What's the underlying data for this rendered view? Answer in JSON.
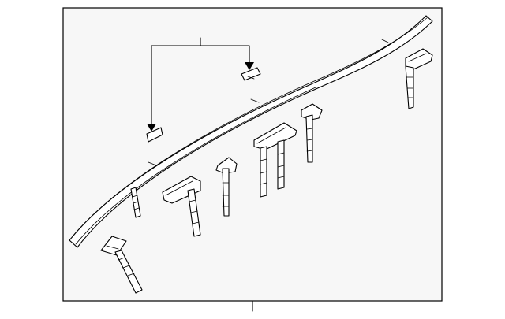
{
  "diagram": {
    "colors": {
      "frame_bg": "#f7f7f7",
      "line": "#000000",
      "page_bg": "#ffffff"
    },
    "parts": [
      "roof-rack-side-rail",
      "rail-clip-tape",
      "rail-clip-tape",
      "front-end-cap",
      "rear-end-cap",
      "mounting-stud",
      "mounting-stud",
      "mounting-stud",
      "mounting-stud",
      "mounting-stud",
      "mounting-stud"
    ]
  }
}
